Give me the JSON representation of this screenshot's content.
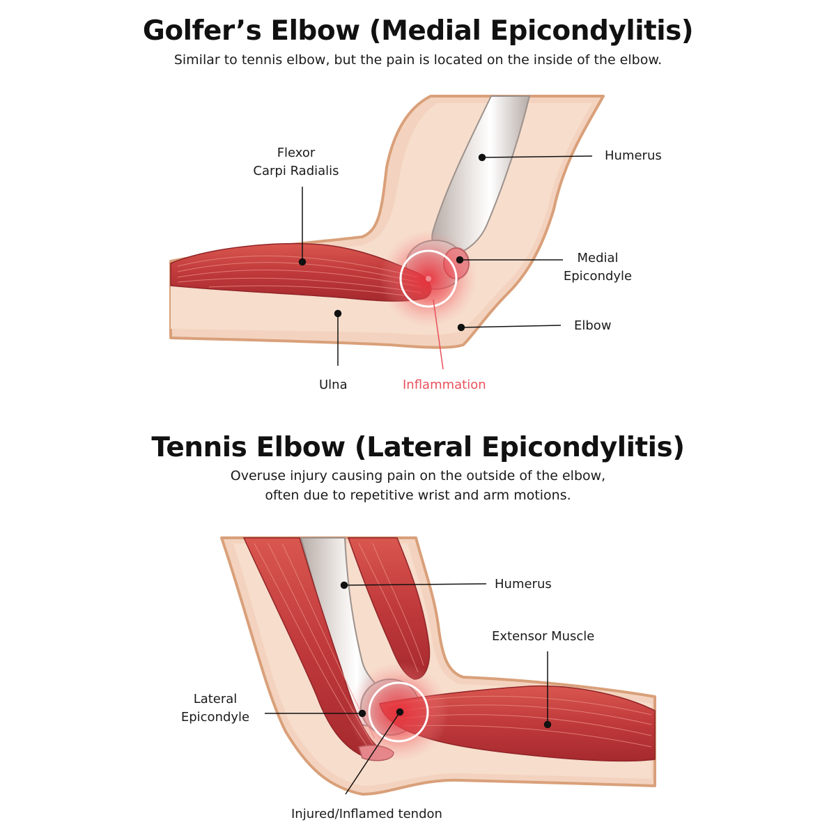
{
  "golfers": {
    "title": "Golfer’s Elbow (Medial Epicondylitis)",
    "subtitle": "Similar to tennis elbow, but the pain is located on the inside of the elbow.",
    "labels": {
      "flexor_line1": "Flexor",
      "flexor_line2": "Carpi Radialis",
      "humerus": "Humerus",
      "medial_line1": "Medial",
      "medial_line2": "Epicondyle",
      "elbow": "Elbow",
      "ulna": "Ulna",
      "inflammation": "Inflammation"
    }
  },
  "tennis": {
    "title": "Tennis Elbow (Lateral Epicondylitis)",
    "subtitle_line1": "Overuse injury causing pain on the outside of the elbow,",
    "subtitle_line2": "often due to repetitive wrist and arm motions.",
    "labels": {
      "humerus": "Humerus",
      "extensor": "Extensor Muscle",
      "lateral_line1": "Lateral",
      "lateral_line2": "Epicondyle",
      "tendon": "Injured/Inflamed tendon"
    }
  },
  "colors": {
    "skin": "#f3d3bf",
    "skin_outline": "#d9a07a",
    "muscle": "#c0393b",
    "inflammation": "#e8505b",
    "bone": "#d9d2ce"
  }
}
